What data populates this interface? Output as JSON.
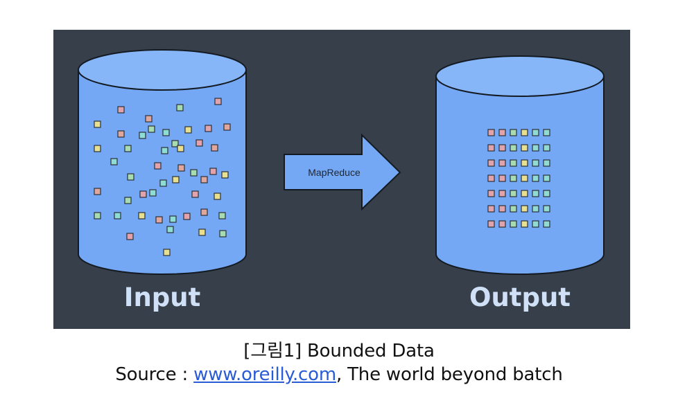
{
  "diagram": {
    "input_label": "Input",
    "output_label": "Output",
    "process_label": "MapReduce",
    "colors": {
      "background": "#37404a",
      "cylinder_body": "#75a8f4",
      "cylinder_top": "#86b6f7",
      "cylinder_stroke": "#141a22",
      "arrow_fill": "#75a8f4",
      "label_text": "#cfe0f7",
      "process_text": "#1f2630",
      "dot_colors": [
        "#e2a3ad",
        "#a6dcb0",
        "#e8e08e",
        "#8fdcd2",
        "#e1a69c"
      ]
    }
  },
  "caption": {
    "figure_label": "[그림1] Bounded Data",
    "source_prefix": "Source : ",
    "source_link": "www.oreilly.com",
    "source_suffix": ", The world beyond batch"
  }
}
